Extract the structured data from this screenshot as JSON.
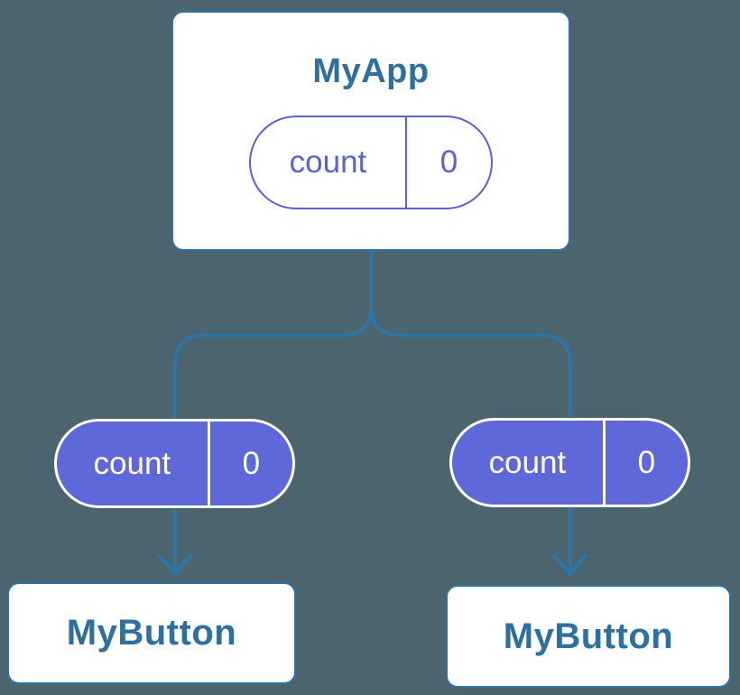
{
  "colors": {
    "background": "#4c646d",
    "connector_blue": "#2e74a4",
    "card_border_blue": "#2f71a1",
    "card_text_blue": "#2d6f9e",
    "state_outline_indigo": "#5b62d4",
    "state_fill_indigo": "#5f68d8",
    "card_background": "#ffffff"
  },
  "tree": {
    "root": {
      "title": "MyApp",
      "state": {
        "name": "count",
        "value": "0"
      }
    },
    "children": [
      {
        "title": "MyButton",
        "state": {
          "name": "count",
          "value": "0"
        }
      },
      {
        "title": "MyButton",
        "state": {
          "name": "count",
          "value": "0"
        }
      }
    ]
  }
}
